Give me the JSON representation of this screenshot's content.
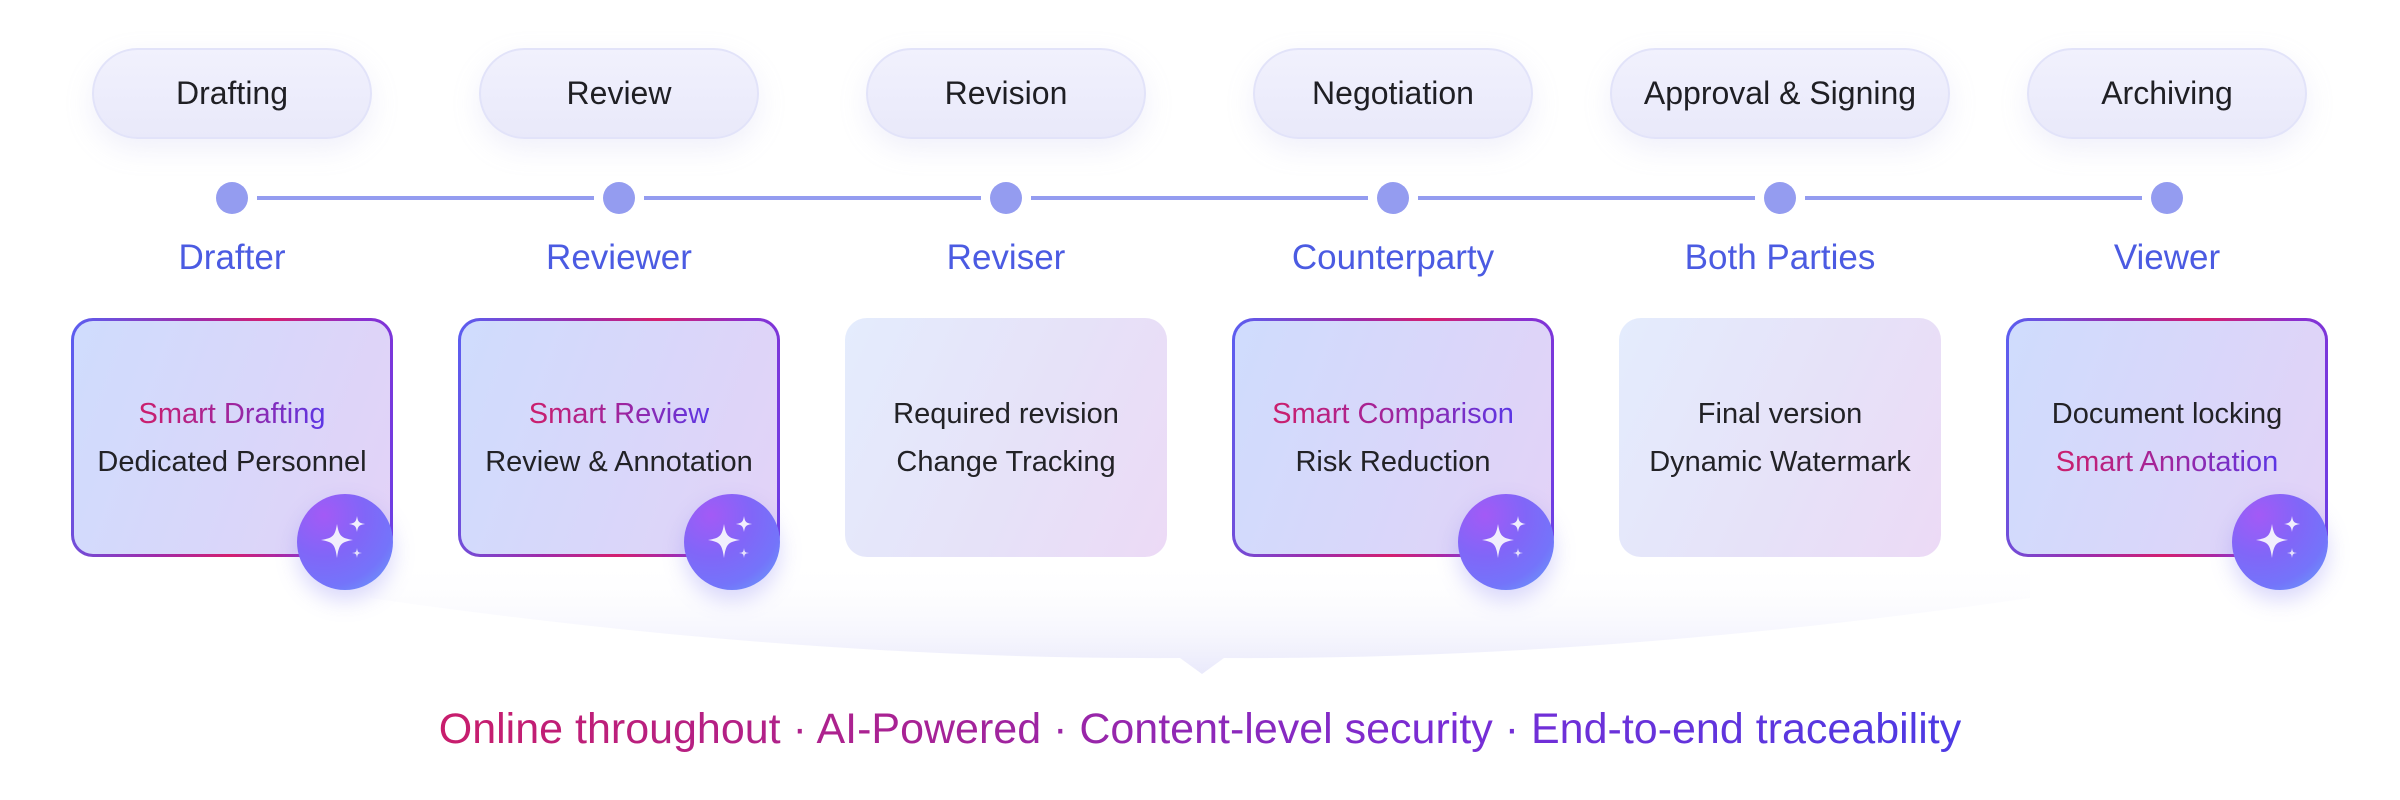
{
  "colors": {
    "timeline": "#949cf0",
    "role_text": "#4b5be2",
    "accent_magenta": "#cc1f6c",
    "accent_violet": "#5b36e6"
  },
  "stages": [
    {
      "phase": "Drafting",
      "role": "Drafter",
      "card_style": "ai",
      "lines": [
        {
          "text": "Smart Drafting",
          "highlight": true
        },
        {
          "text": "Dedicated Personnel",
          "highlight": false
        }
      ],
      "ai_icon": "sparkles-icon"
    },
    {
      "phase": "Review",
      "role": "Reviewer",
      "card_style": "ai",
      "lines": [
        {
          "text": "Smart Review",
          "highlight": true
        },
        {
          "text": "Review & Annotation",
          "highlight": false
        }
      ],
      "ai_icon": "sparkles-icon"
    },
    {
      "phase": "Revision",
      "role": "Reviser",
      "card_style": "plain",
      "lines": [
        {
          "text": "Required revision",
          "highlight": false
        },
        {
          "text": "Change Tracking",
          "highlight": false
        }
      ],
      "ai_icon": null
    },
    {
      "phase": "Negotiation",
      "role": "Counterparty",
      "card_style": "ai",
      "lines": [
        {
          "text": "Smart Comparison",
          "highlight": true
        },
        {
          "text": "Risk Reduction",
          "highlight": false
        }
      ],
      "ai_icon": "sparkles-icon"
    },
    {
      "phase": "Approval & Signing",
      "role": "Both Parties",
      "card_style": "plain",
      "lines": [
        {
          "text": "Final version",
          "highlight": false
        },
        {
          "text": "Dynamic Watermark",
          "highlight": false
        }
      ],
      "ai_icon": null
    },
    {
      "phase": "Archiving",
      "role": "Viewer",
      "card_style": "ai",
      "lines": [
        {
          "text": "Document locking",
          "highlight": false
        },
        {
          "text": "Smart Annotation",
          "highlight": true
        }
      ],
      "ai_icon": "sparkles-icon"
    }
  ],
  "tagline": "Online throughout · AI-Powered · Content-level security · End-to-end traceability"
}
